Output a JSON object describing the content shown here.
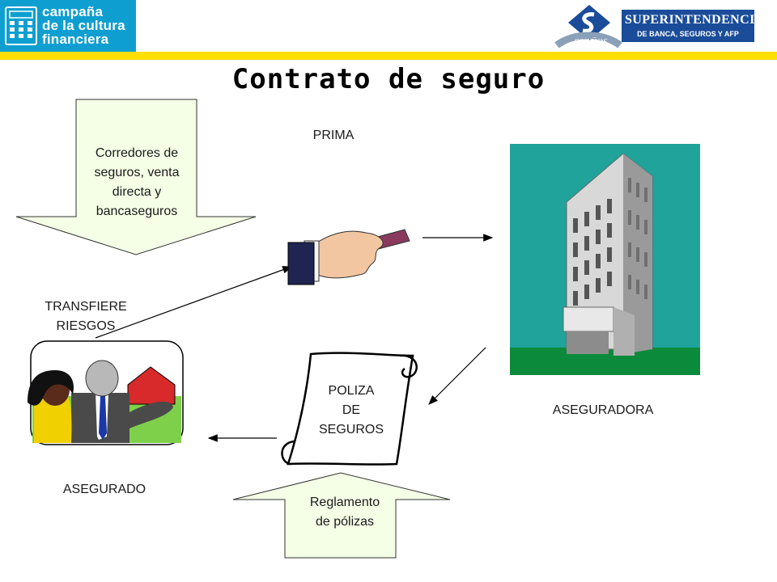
{
  "header": {
    "campaign_lines": [
      "campaña",
      "de la cultura",
      "financiera"
    ],
    "org_name": "SUPERINTENDENCIA",
    "org_subtitle": "DE BANCA, SEGUROS Y AFP",
    "anniversary": "80 AÑOS"
  },
  "slide": {
    "title": "Contrato de seguro"
  },
  "diagram": {
    "prima_label": "PRIMA",
    "intermediaries_lines": [
      "Corredores de",
      "seguros, venta",
      "directa y",
      "bancaseguros"
    ],
    "transfer_lines": [
      "TRANSFIERE",
      "RIESGOS"
    ],
    "policy_lines": [
      "POLIZA",
      "DE",
      "SEGUROS"
    ],
    "insurer_label": "ASEGURADORA",
    "insured_label": "ASEGURADO",
    "regulation_lines": [
      "Reglamento",
      "de pólizas"
    ]
  },
  "colors": {
    "campaign_blue": "#0e9fd0",
    "brand_blue": "#1a4c9a",
    "stripe_yellow": "#ffde00",
    "arrow_fill": "#f4ffe6",
    "building_sky": "#1fa39a",
    "building_grass": "#0a8a3a"
  }
}
